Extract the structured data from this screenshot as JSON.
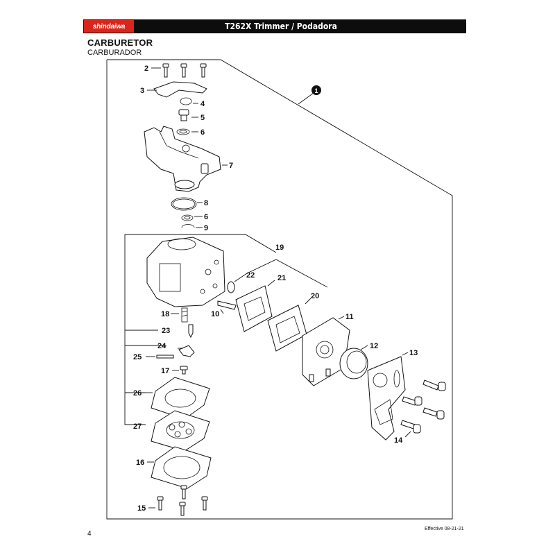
{
  "header": {
    "brand": "shindaiwa",
    "title": "T262X Trimmer / Podadora"
  },
  "section": {
    "title": "CARBURETOR",
    "subtitle": "CARBURADOR"
  },
  "assembly_callout": "1",
  "labels": {
    "l2": "2",
    "l3": "3",
    "l4": "4",
    "l5": "5",
    "l6a": "6",
    "l7": "7",
    "l8": "8",
    "l6b": "6",
    "l9": "9",
    "l19": "19",
    "l22": "22",
    "l21": "21",
    "l20": "20",
    "l18": "18",
    "l10": "10",
    "l11": "11",
    "l23": "23",
    "l24": "24",
    "l25": "25",
    "l12": "12",
    "l13": "13",
    "l17": "17",
    "l26": "26",
    "l27": "27",
    "l14": "14",
    "l16": "16",
    "l15": "15"
  },
  "footer": {
    "page_number": "4",
    "effective": "Effective 08-21-21"
  }
}
